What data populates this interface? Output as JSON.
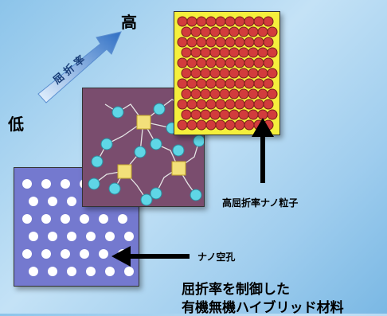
{
  "labels": {
    "high": "高",
    "low": "低",
    "arrow_text": "屈折率",
    "particle_label": "高屈折率ナノ粒子",
    "pore_label": "ナノ空孔",
    "caption_line1": "屈折率を制御した",
    "caption_line2": "有機無機ハイブリッド材料"
  },
  "colors": {
    "pore_panel": "#7479cf",
    "hybrid_panel": "#7a4d6e",
    "particle_panel": "#f5ef3c",
    "particle": "#d23c3c",
    "sphere": "#5fd6e6",
    "node": "#f3e07a"
  }
}
